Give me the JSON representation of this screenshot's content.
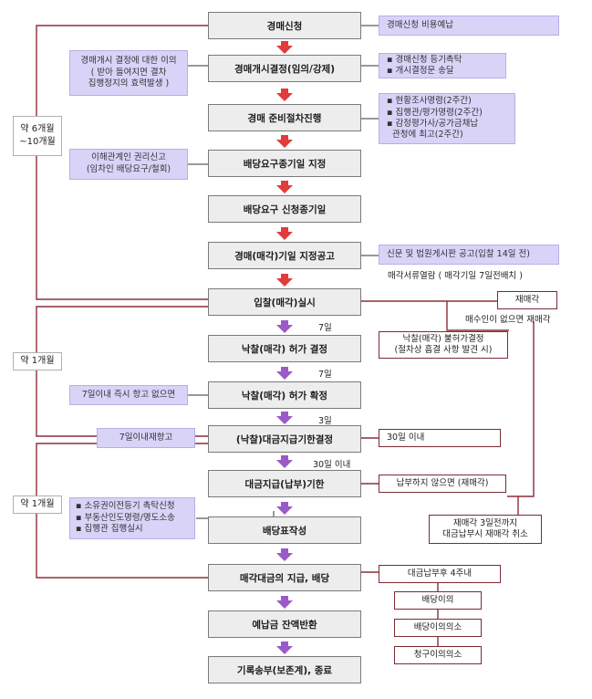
{
  "steps": [
    "경매신청",
    "경매개시결정(임의/강제)",
    "경매 준비절차진행",
    "배당요구종기일 지정",
    "배당요구 신청종기일",
    "경매(매각)기일 지정공고",
    "입찰(매각)실시",
    "낙찰(매각) 허가 결정",
    "낙찰(매각) 허가 확정",
    "(낙찰)대금지급기한결정",
    "대금지급(납부)기한",
    "배당표작성",
    "매각대금의 지급, 배당",
    "예납금 잔액반환",
    "기록송부(보존계), 종료"
  ],
  "left_notes": {
    "objection": [
      "경매개시 결정에 대한 이의",
      "( 받아 들여지면 결차",
      "집행정지의 효력발생 )"
    ],
    "interest": [
      "이해관계인 권리신고",
      "(임차인 배당요구/철회)"
    ],
    "appeal_immediate": "7일이내 즉시 항고 없으면",
    "appeal_7days": "7일이내재항고",
    "after_payment": [
      "소유권이전등기 촉탁신청",
      "부동산인도명령/명도소송",
      "집행관 집행실시"
    ]
  },
  "right_notes": {
    "application_fee": "경매신청 비용예납",
    "registry": [
      "경매신청 등기촉탁",
      "개시결정문 송달"
    ],
    "preparation": [
      "현황조사명령(2주간)",
      "집행관/평가명령(2주간)",
      "감정평가사/공가금채납",
      "관청에 최고(2주간)"
    ],
    "publication": "신문 및 법원게시판 공고(입찰 14일 전)",
    "viewing": "매각서류열람 ( 매각기일 7일전배치 )",
    "resale": "재매각",
    "resale_cond": "매수인이 없으면 재매각",
    "decision_rejection": [
      "낙찰(매각) 불허가결정",
      "(절차상 흠결 사항 발견 시)"
    ],
    "within_30": "30일 이내",
    "non_payment": "납부하지 않으면 (재매각)",
    "resale_cancel": [
      "재매각 3일전까지",
      "대금납부시 재매각 취소"
    ],
    "after_4weeks": "대금납부후 4주내",
    "dividend_objection": "배당이의",
    "dividend_suit": "배당이의의소",
    "claim_suit": "청구이의의소"
  },
  "intervals": {
    "seven_days_1": "7일",
    "seven_days_2": "7일",
    "three_days": "3일",
    "within_30_days": "30일 이내"
  },
  "periods": {
    "first": [
      "약 6개월",
      "~10개월"
    ],
    "second": "약 1개월",
    "third": "약 1개월"
  },
  "colors": {
    "arrow_red": "#e23b3b",
    "arrow_purple": "#9a5ac8",
    "bracket": "#8b2e3a",
    "note_fill": "#d9d3f8"
  }
}
